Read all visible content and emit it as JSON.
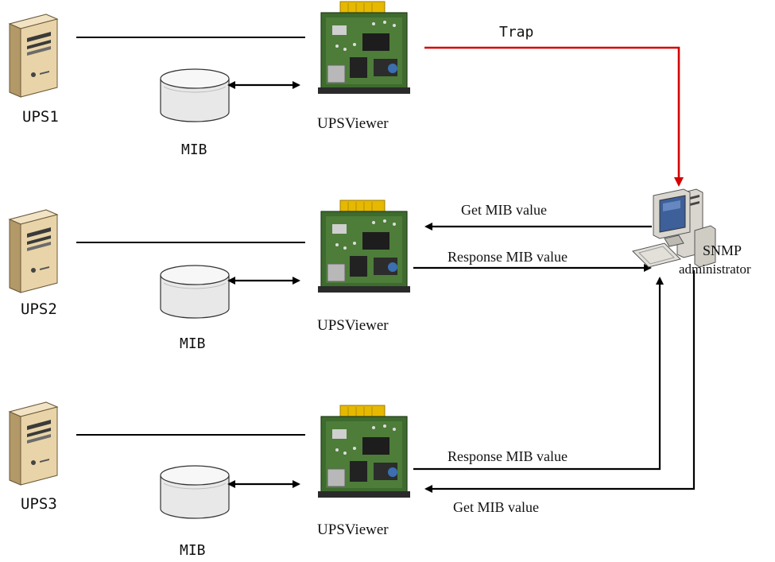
{
  "labels": {
    "ups1": "UPS1",
    "ups2": "UPS2",
    "ups3": "UPS3",
    "mib": "MIB",
    "upsviewer": "UPSViewer",
    "trap": "Trap",
    "get_mib_value": "Get MIB value",
    "response_mib_value": "Response MIB value",
    "snmp": "SNMP",
    "administrator": "administrator"
  },
  "colors": {
    "line": "#000000",
    "trap_line": "#d40000",
    "tower_body": "#e8d4a8",
    "tower_side": "#c9ae7c",
    "board_green": "#3e6b2e",
    "board_tab": "#e6b800",
    "board_base": "#2a2a2a",
    "disk_fill": "#e6e6e6",
    "monitor_beige": "#d9d6cf",
    "screen_blue": "#3d5f9a"
  },
  "icons": {
    "ups": "ups-tower-icon",
    "mib": "database-cylinder-icon",
    "viewer": "snmp-card-board-icon",
    "admin": "desktop-computer-icon"
  }
}
